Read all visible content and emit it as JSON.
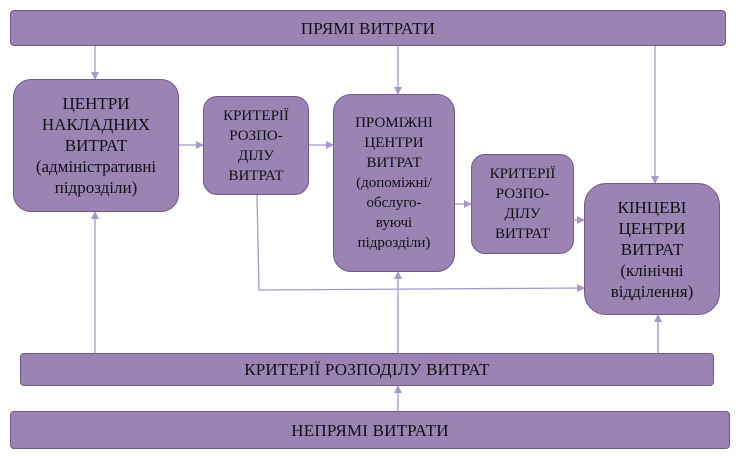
{
  "direct_costs": "ПРЯМІ ВИТРАТИ",
  "overhead_centers": {
    "lines": [
      "ЦЕНТРИ",
      "НАКЛАДНИХ",
      "ВИТРАТ",
      "(адміністративні",
      "підрозділи)"
    ]
  },
  "criteria_1": {
    "lines": [
      "КРИТЕРІЇ",
      "РОЗПО-",
      "ДІЛУ",
      "ВИТРАТ"
    ]
  },
  "intermediate_centers": {
    "lines": [
      "ПРОМІЖНІ",
      "ЦЕНТРИ",
      "ВИТРАТ",
      "(допоміжні/",
      "обслуго-",
      "вуючі",
      "підрозділи)"
    ]
  },
  "criteria_2": {
    "lines": [
      "КРИТЕРІЇ",
      "РОЗПО-",
      "ДІЛУ",
      "ВИТРАТ"
    ]
  },
  "final_centers": {
    "lines": [
      "КІНЦЕВІ",
      "ЦЕНТРИ",
      "ВИТРАТ",
      "(клінічні",
      "відділення)"
    ]
  },
  "cost_allocation_criteria": "КРИТЕРІЇ РОЗПОДІЛУ ВИТРАТ",
  "indirect_costs": "НЕПРЯМІ ВИТРАТИ",
  "colors": {
    "box_fill": "#9b84b4",
    "box_border": "#6f5a88",
    "arrow": "#a898c6"
  }
}
